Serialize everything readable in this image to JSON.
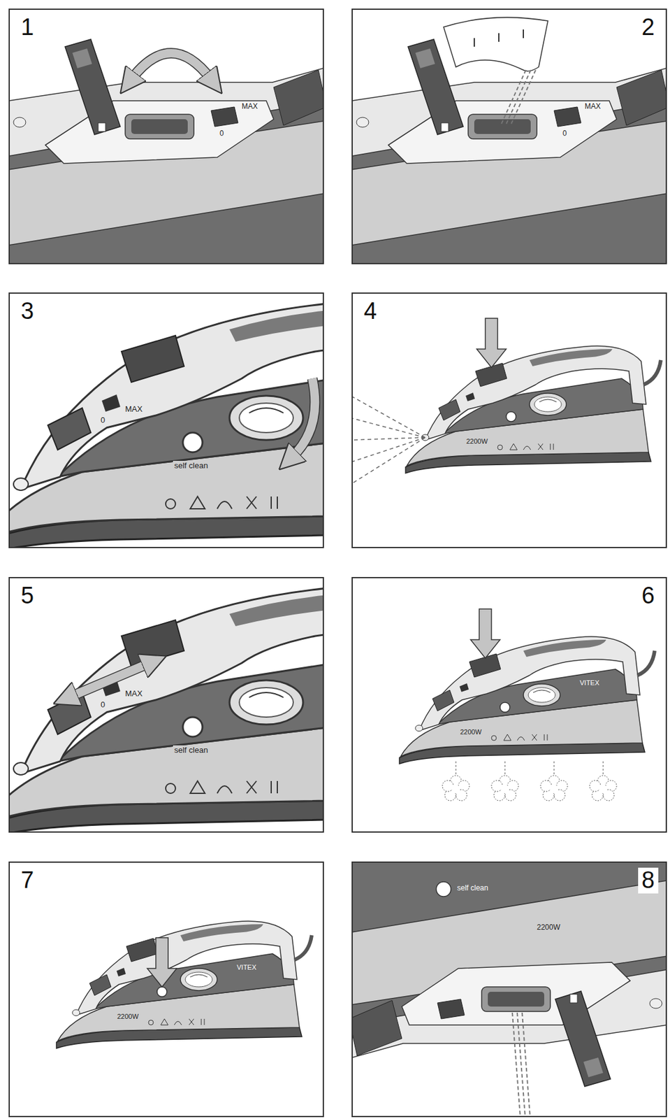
{
  "diagram": {
    "nodes": [
      {
        "text": [
          "1"
        ]
      },
      {
        "text": [
          "2"
        ]
      },
      {
        "text": [
          "3"
        ]
      },
      {
        "text": [
          "4"
        ]
      },
      {
        "text": [
          "5"
        ]
      },
      {
        "text": [
          "6"
        ]
      },
      {
        "text": [
          "7"
        ]
      },
      {
        "text": [
          "8"
        ]
      }
    ],
    "labels": [
      "MAX",
      "0",
      "MAX",
      "0",
      "MAX",
      "0",
      "self clean",
      "2200W",
      "MAX",
      "0",
      "self clean",
      "2200W",
      "VITEX",
      "2200W",
      "VITEX",
      "2200W",
      "self clean"
    ]
  }
}
